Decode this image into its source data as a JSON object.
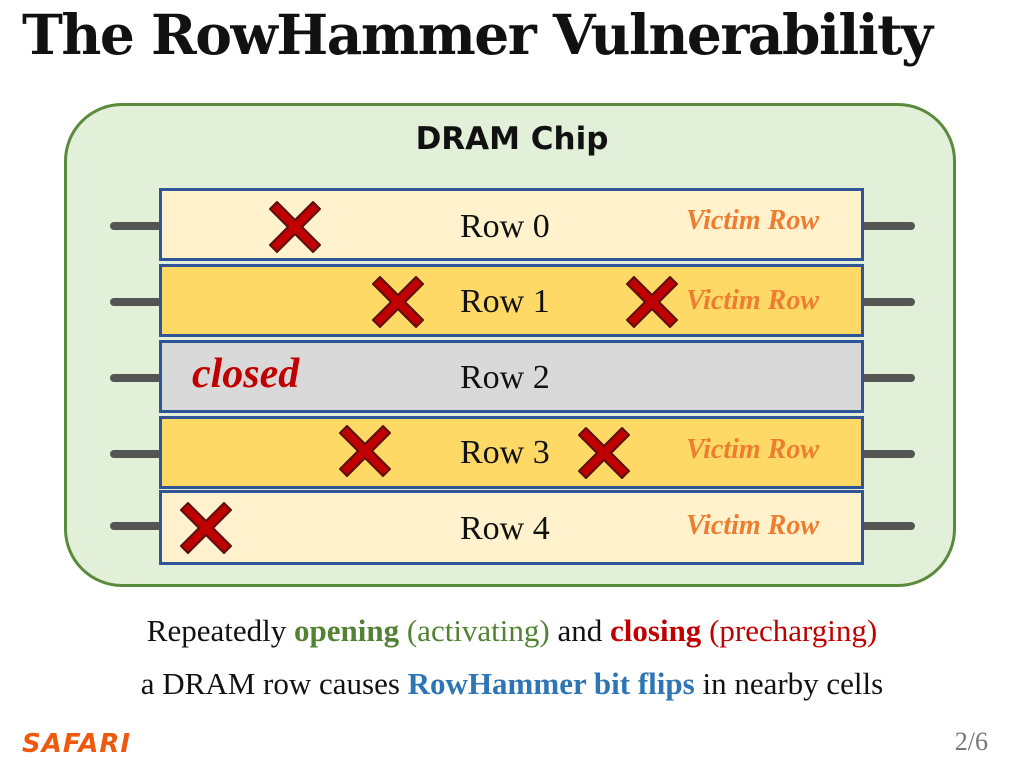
{
  "slide": {
    "title": "The RowHammer Vulnerability",
    "page_number": "2/6",
    "logo_text": "SAFARI"
  },
  "chip": {
    "label": "DRAM Chip",
    "closed_label": "closed",
    "rows": [
      {
        "label": "Row 0",
        "victim_label": "Victim Row",
        "fill": "#fff2cc"
      },
      {
        "label": "Row 1",
        "victim_label": "Victim Row",
        "fill": "#ffd966"
      },
      {
        "label": "Row 2",
        "victim_label": "",
        "fill": "#d9d9d9"
      },
      {
        "label": "Row 3",
        "victim_label": "Victim Row",
        "fill": "#ffd966"
      },
      {
        "label": "Row 4",
        "victim_label": "Victim Row",
        "fill": "#fff2cc"
      }
    ],
    "bit_flip_icon": "red-x-icon"
  },
  "caption": {
    "line1": {
      "part1": "Repeatedly ",
      "opening": "opening",
      "activating": " (activating)",
      "and": " and ",
      "closing": "closing",
      "precharging": " (precharging)"
    },
    "line2": {
      "part1": "a DRAM row causes ",
      "highlight": "RowHammer bit flips",
      "part2": " in nearby cells"
    }
  },
  "colors": {
    "chip_fill": "#e2efd9",
    "chip_border": "#5a8a3c",
    "row_border": "#2f5597",
    "victim_text": "#ed7d31",
    "bitflip": "#c00000",
    "opening": "#548235",
    "closing": "#c00000",
    "rowhammer": "#2e75b6"
  }
}
